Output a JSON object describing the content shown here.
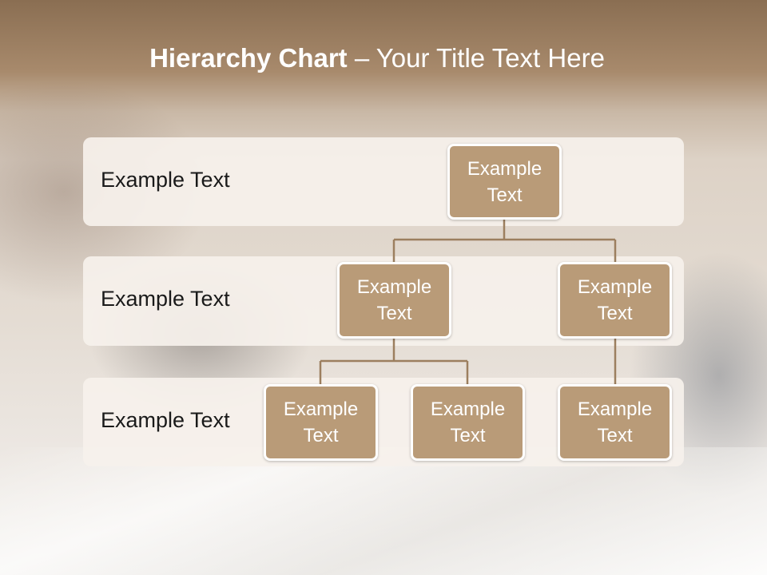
{
  "title": {
    "bold": "Hierarchy Chart",
    "rest": " – Your Title Text Here"
  },
  "levels": [
    {
      "label": "Example Text"
    },
    {
      "label": "Example Text"
    },
    {
      "label": "Example Text"
    }
  ],
  "nodes": {
    "root": {
      "line1": "Example",
      "line2": "Text"
    },
    "level2_left": {
      "line1": "Example",
      "line2": "Text"
    },
    "level2_right": {
      "line1": "Example",
      "line2": "Text"
    },
    "level3_a": {
      "line1": "Example",
      "line2": "Text"
    },
    "level3_b": {
      "line1": "Example",
      "line2": "Text"
    },
    "level3_c": {
      "line1": "Example",
      "line2": "Text"
    }
  },
  "colors": {
    "node_fill": "#b99b78",
    "connector": "#9c7f5f",
    "band_fill": "#f6f1ec",
    "title_bar": "#8a6e52"
  }
}
